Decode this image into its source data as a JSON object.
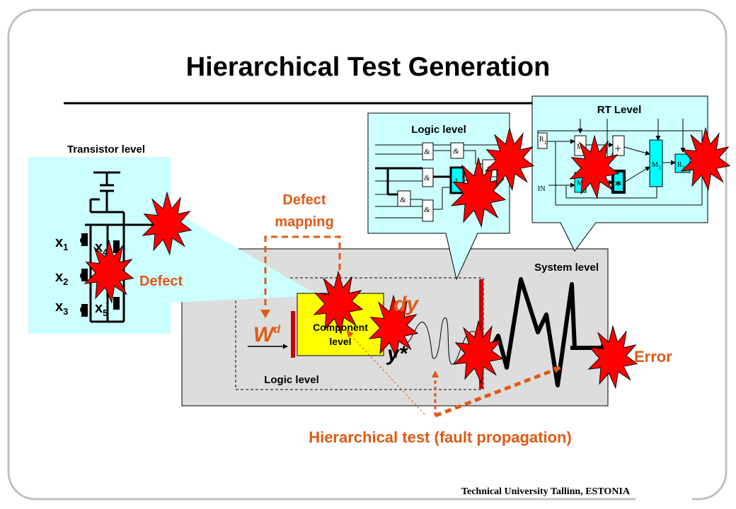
{
  "title": "Hierarchical Test Generation",
  "footer": "Technical University Tallinn, ESTONIA",
  "labels": {
    "transistor_level": "Transistor level",
    "logic_level_top": "Logic level",
    "rt_level": "RT Level",
    "defect_mapping_line1": "Defect",
    "defect_mapping_line2": "mapping",
    "defect": "Defect",
    "system_level": "System level",
    "component_line1": "Component",
    "component_line2": "level",
    "logic_level_bottom": "Logic level",
    "error": "Error",
    "hierarchical_test": "Hierarchical test (fault propagation)",
    "wd_base": "W",
    "wd_sup": "d",
    "dy": "dy",
    "y_star": "y*"
  },
  "transistor_inputs": [
    {
      "base": "x",
      "sub": "1"
    },
    {
      "base": "x",
      "sub": "2"
    },
    {
      "base": "x",
      "sub": "3"
    },
    {
      "base": "x",
      "sub": "4"
    },
    {
      "base": "x",
      "sub": "5"
    }
  ],
  "logic_gates": [
    "&",
    "&",
    "&",
    "&",
    "&",
    "&",
    "1"
  ],
  "rt_blocks": {
    "r1": {
      "base": "R",
      "sub": "1"
    },
    "m1": {
      "base": "M",
      "sub": "1"
    },
    "m2": {
      "base": "M",
      "sub": "2"
    },
    "m3": {
      "base": "M",
      "sub": "3"
    },
    "r2": {
      "base": "R",
      "sub": "2"
    },
    "plus": "+",
    "mult": "*",
    "in": "IN"
  },
  "colors": {
    "callout_fill": "#ccffff",
    "system_fill": "#dddddd",
    "component_fill": "#ffff00",
    "accent": "#e05a14",
    "burst_fill": "#ff0000",
    "bar_red": "#cc0000"
  }
}
